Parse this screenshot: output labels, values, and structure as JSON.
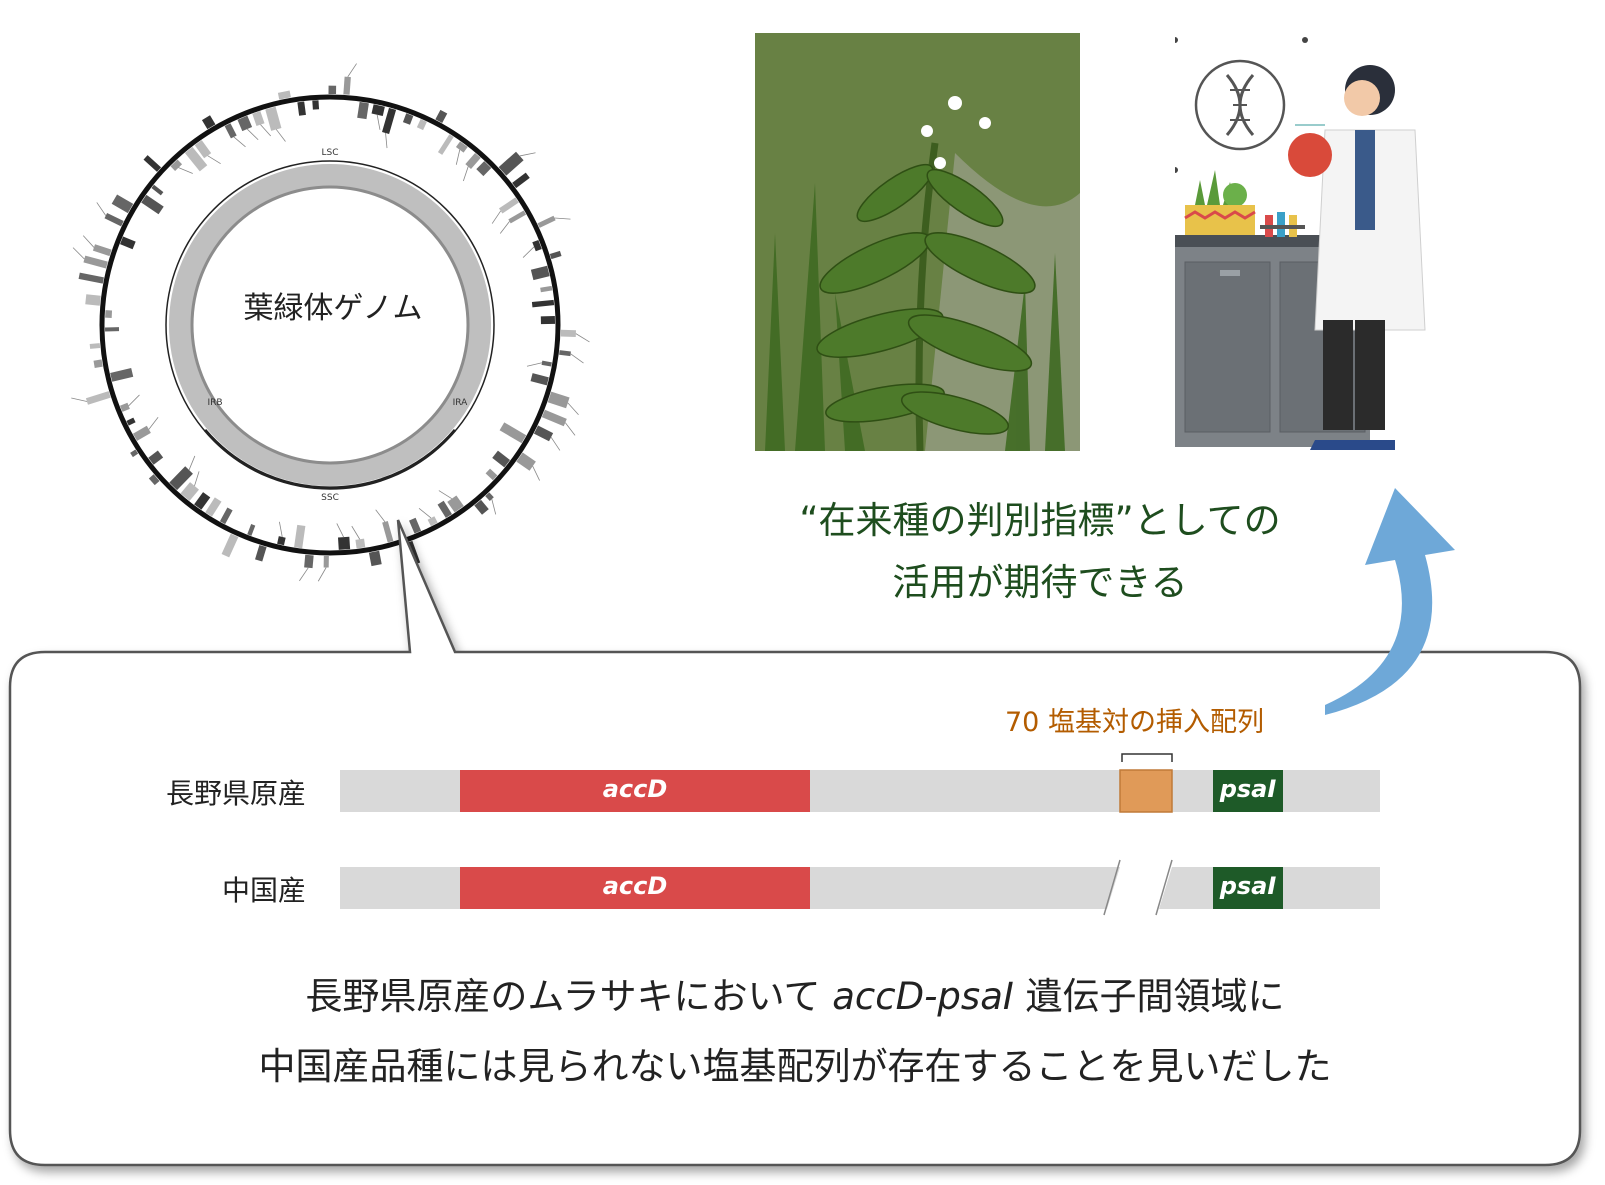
{
  "genome": {
    "title": "葉緑体ゲノム",
    "inner_labels": {
      "lsc": "LSC",
      "ira": "IRA",
      "ssc": "SSC",
      "irb": "IRB"
    }
  },
  "expectation": {
    "line1": "“在来種の判別指標”としての",
    "line2": "活用が期待できる"
  },
  "comparison": {
    "insert_label": "70 塩基対の挿入配列",
    "rows": [
      {
        "label": "長野県原産",
        "gene1": "accD",
        "gene2": "psaI"
      },
      {
        "label": "中国産",
        "gene1": "accD",
        "gene2": "psaI"
      }
    ]
  },
  "conclusion": {
    "line1_a": "長野県原産のムラサキにおいて ",
    "line1_italic": "accD-psaI",
    "line1_b": " 遺伝子間領域に",
    "line2": "中国産品種には見られない塩基配列が存在することを見いだした"
  },
  "colors": {
    "accd": "#d94a4a",
    "psai": "#1e5a28",
    "insert": "#e09a58",
    "sequence": "#d9d9d9",
    "arrow": "#6ea8d8",
    "text_green": "#1e4d1e",
    "text_orange": "#b35c00"
  }
}
